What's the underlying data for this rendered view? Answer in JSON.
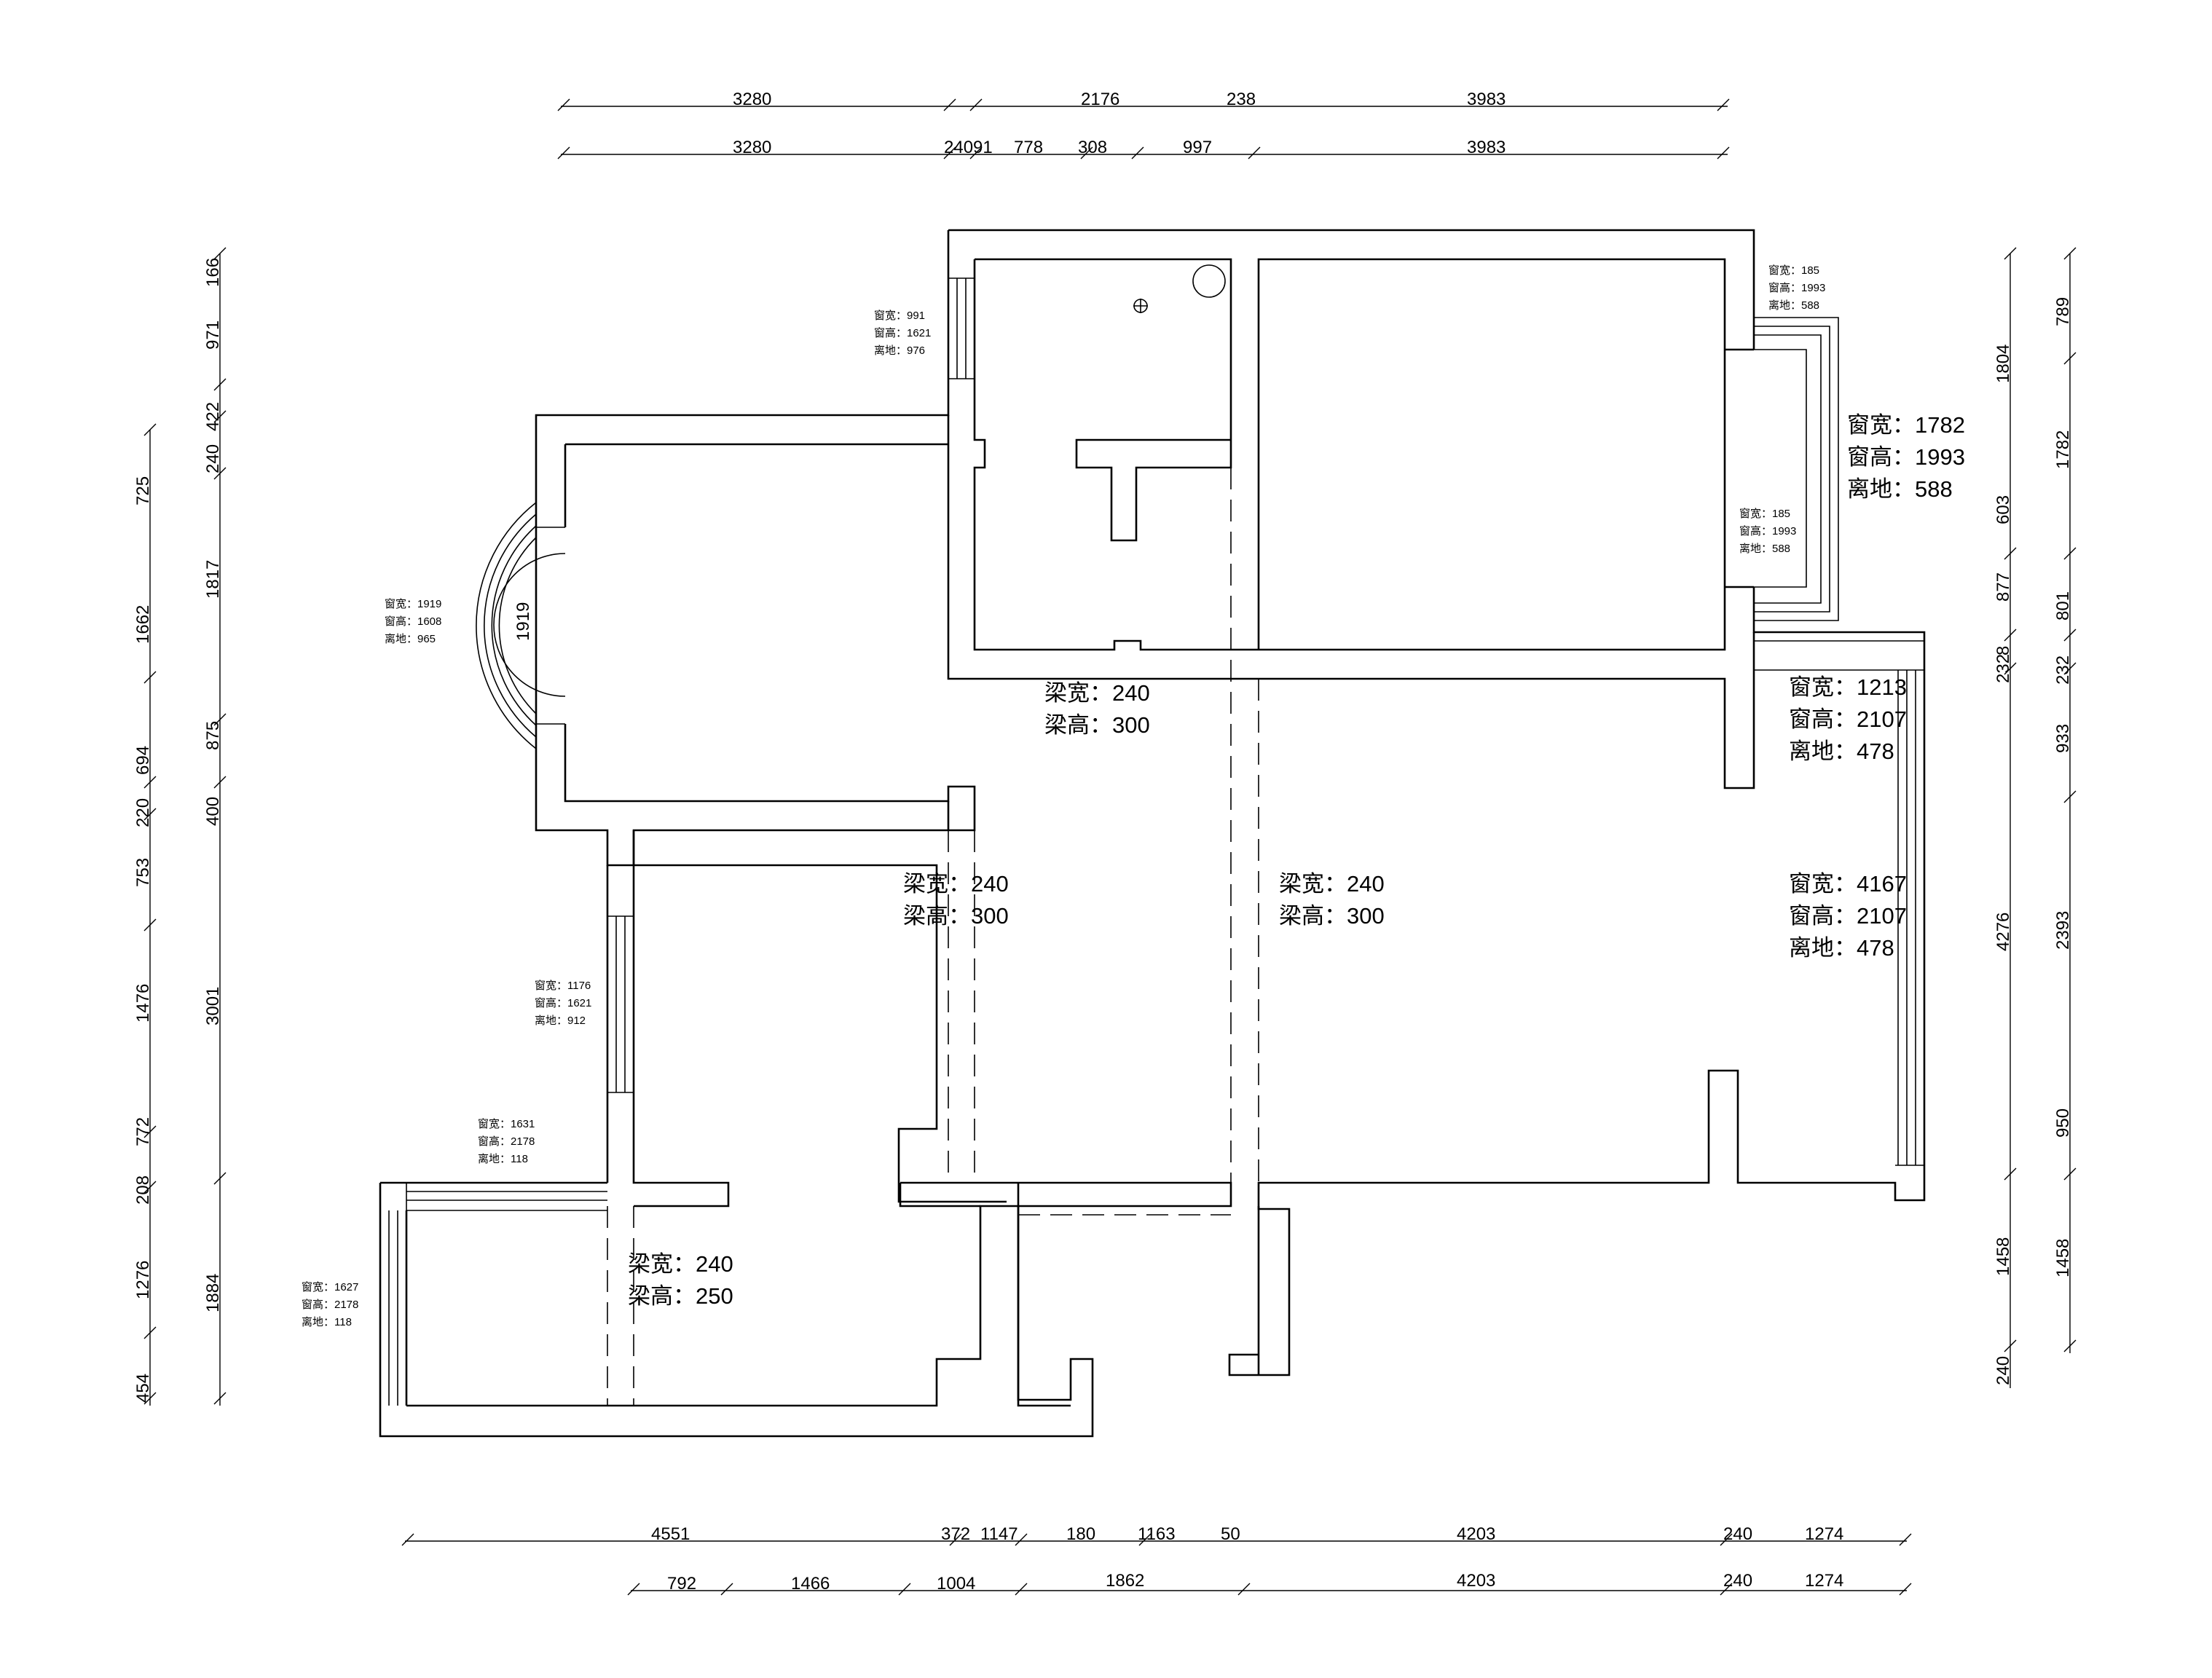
{
  "dimensions": {
    "top_outer": [
      "3280",
      "2176",
      "238",
      "3983"
    ],
    "top_inner": [
      "3280",
      "240",
      "91",
      "778",
      "308",
      "997",
      "3983"
    ],
    "bottom_inner": [
      "4551",
      "372",
      "1147",
      "180",
      "1163",
      "50",
      "4203",
      "240",
      "1274"
    ],
    "bottom_outer": [
      "792",
      "1466",
      "1004",
      "1862",
      "4203",
      "240",
      "1274"
    ],
    "left_outer": [
      "725",
      "1662",
      "694",
      "220",
      "753",
      "1476",
      "772",
      "208",
      "1276",
      "454"
    ],
    "left_inner": [
      "166",
      "971",
      "240",
      "422",
      "1817",
      "875",
      "400",
      "3001",
      "1884"
    ],
    "right_inner": [
      "1804",
      "603",
      "877",
      "232",
      "8",
      "4276",
      "1458",
      "240"
    ],
    "right_outer": [
      "789",
      "1782",
      "801",
      "232",
      "933",
      "2393",
      "950",
      "1458"
    ]
  },
  "beams": [
    {
      "w": "梁宽：240",
      "h": "梁高：300"
    },
    {
      "w": "梁宽：240",
      "h": "梁高：300"
    },
    {
      "w": "梁宽：240",
      "h": "梁高：300"
    },
    {
      "w": "梁宽：240",
      "h": "梁高：250"
    }
  ],
  "windows_large": [
    {
      "w": "窗宽：1782",
      "h": "窗高：1993",
      "g": "离地：588"
    },
    {
      "w": "窗宽：1213",
      "h": "窗高：2107",
      "g": "离地：478"
    },
    {
      "w": "窗宽：4167",
      "h": "窗高：2107",
      "g": "离地：478"
    }
  ],
  "windows_small": [
    {
      "w": "窗宽：991",
      "h": "窗高：1621",
      "g": "离地：976"
    },
    {
      "w": "窗宽：185",
      "h": "窗高：1993",
      "g": "离地：588"
    },
    {
      "w": "窗宽：185",
      "h": "窗高：1993",
      "g": "离地：588"
    },
    {
      "w": "窗宽：1919",
      "h": "窗高：1608",
      "g": "离地：965"
    },
    {
      "w": "窗宽：1176",
      "h": "窗高：1621",
      "g": "离地：912"
    },
    {
      "w": "窗宽：1631",
      "h": "窗高：2178",
      "g": "离地：118"
    },
    {
      "w": "窗宽：1627",
      "h": "窗高：2178",
      "g": "离地：118"
    }
  ],
  "arc_label": "1919"
}
